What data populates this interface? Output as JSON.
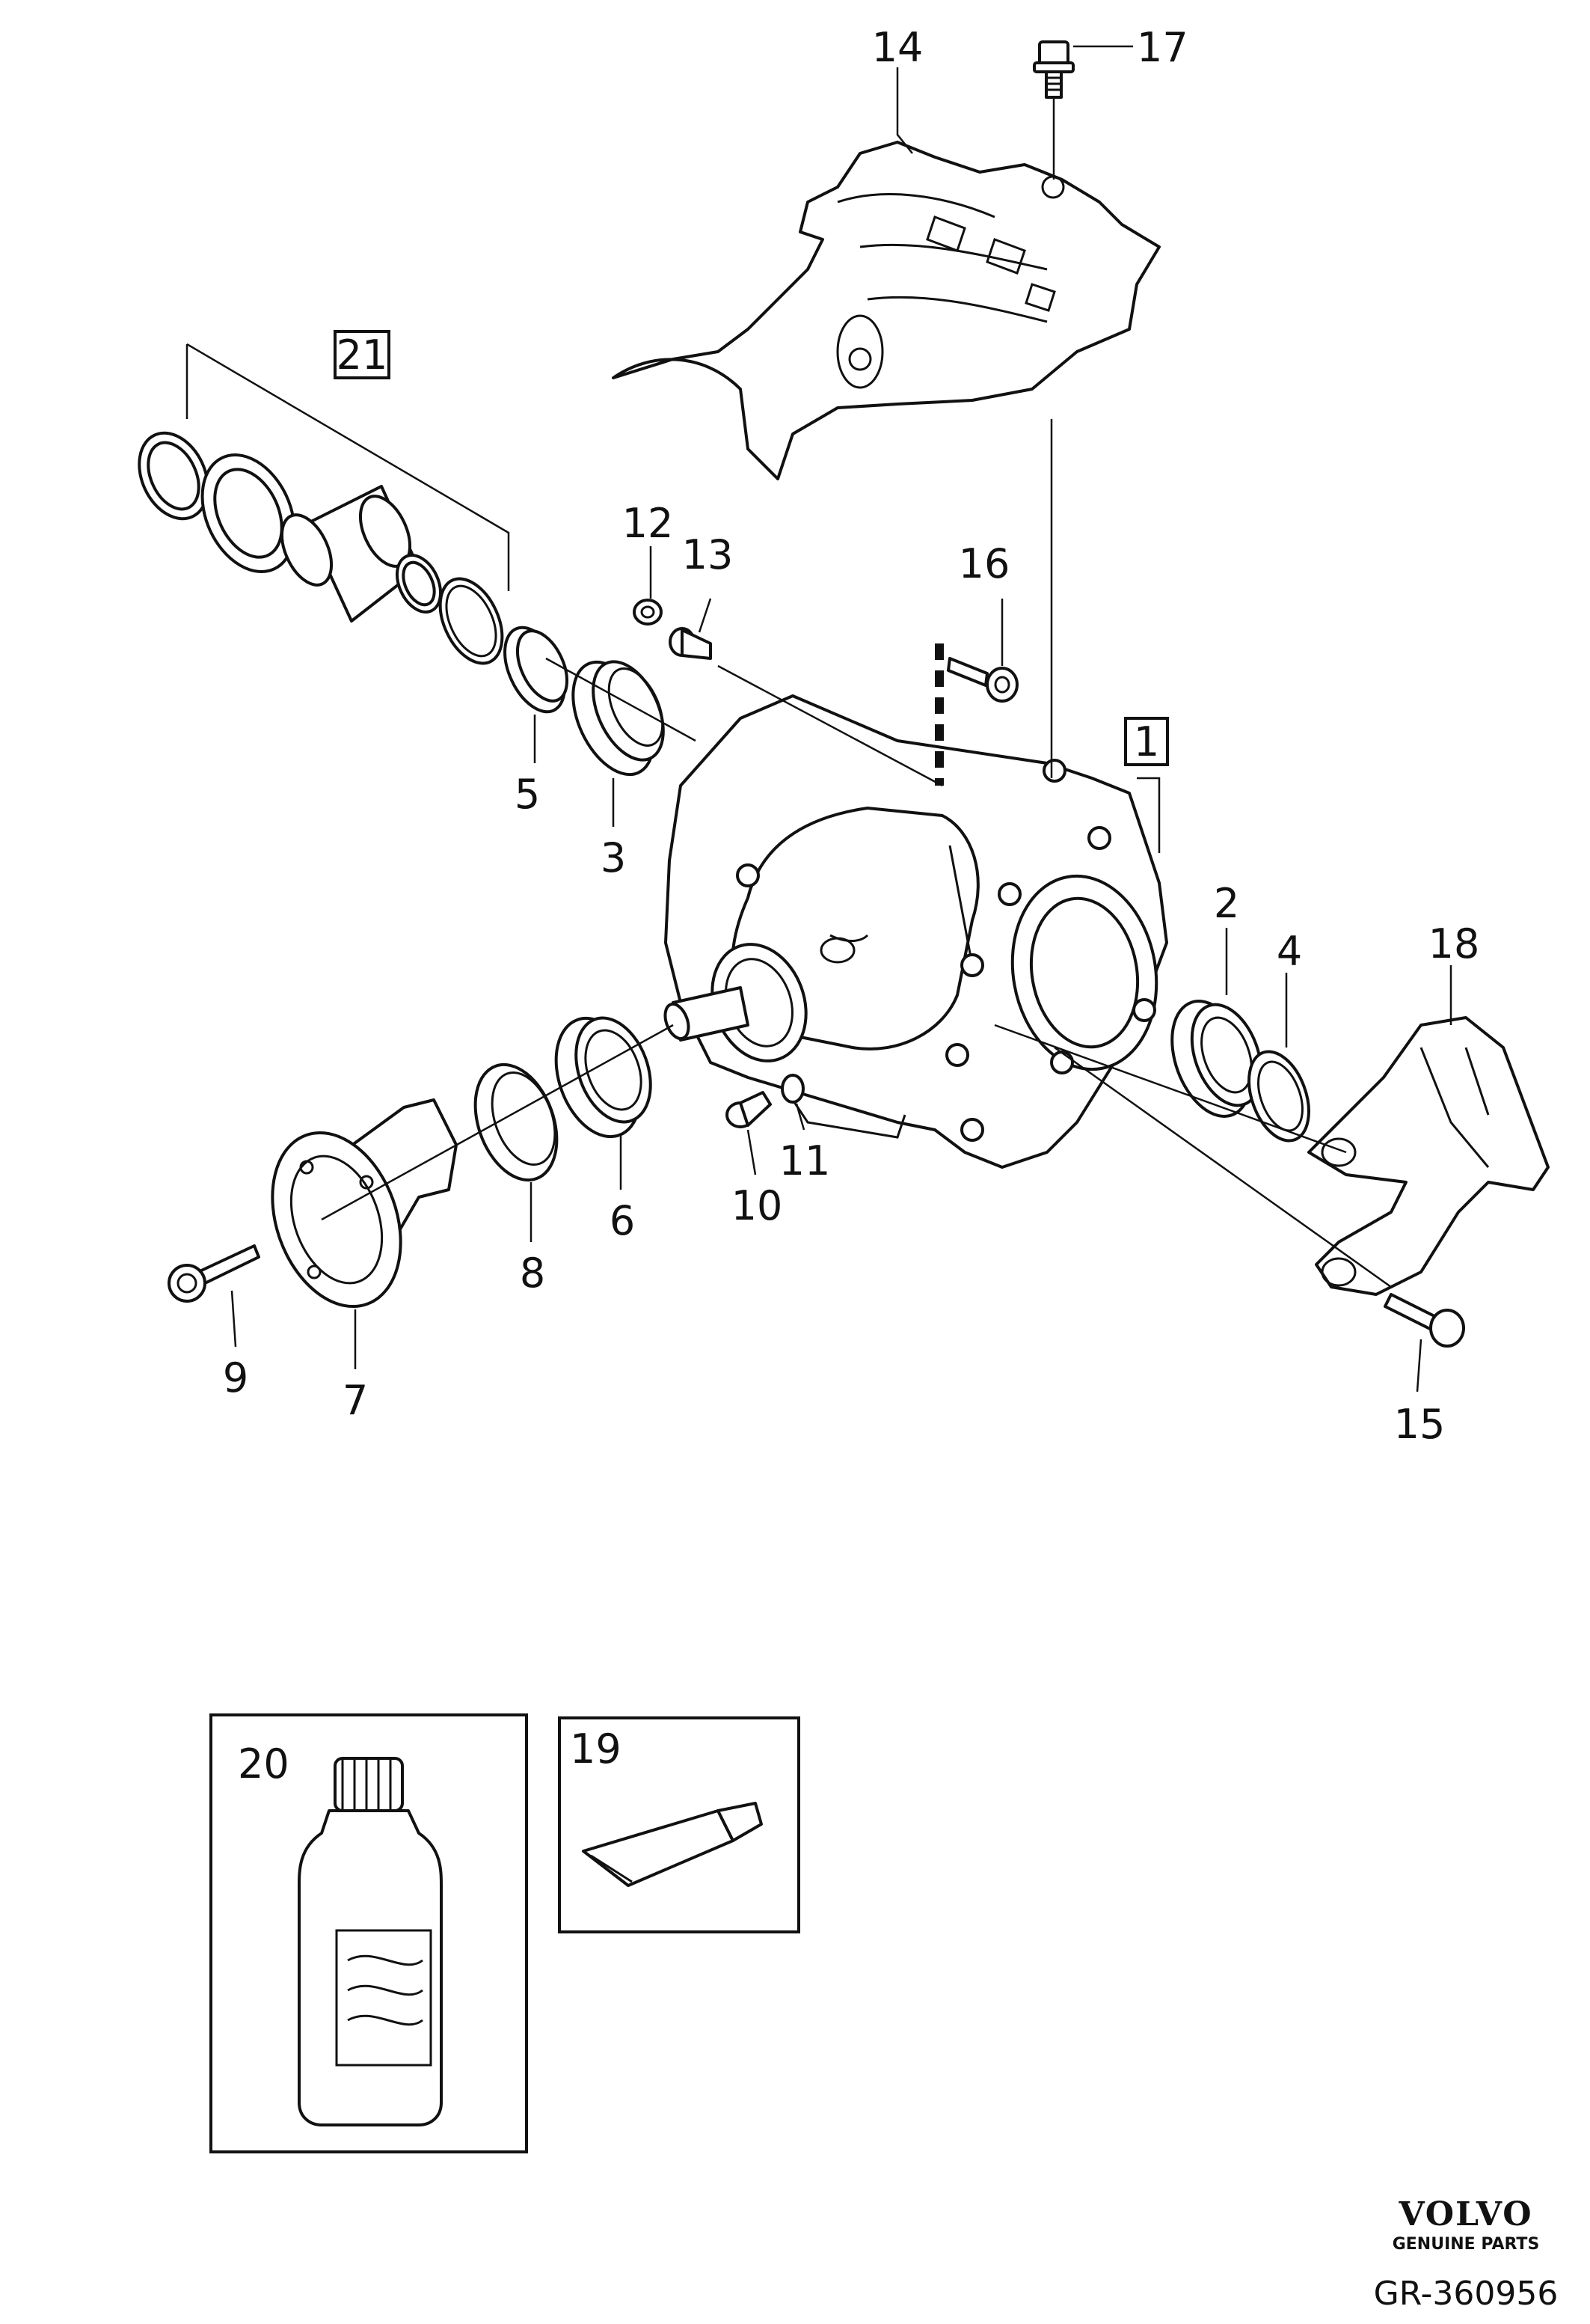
{
  "diagram": {
    "callouts": {
      "c1": "1",
      "c2": "2",
      "c3": "3",
      "c4": "4",
      "c5": "5",
      "c6": "6",
      "c7": "7",
      "c8": "8",
      "c9": "9",
      "c10": "10",
      "c11": "11",
      "c12": "12",
      "c13": "13",
      "c14": "14",
      "c15": "15",
      "c16": "16",
      "c17": "17",
      "c18": "18",
      "c19": "19",
      "c20": "20",
      "c21": "21"
    },
    "brand": {
      "logo": "VOLVO",
      "tagline": "GENUINE PARTS"
    },
    "reference": "GR-360956"
  }
}
